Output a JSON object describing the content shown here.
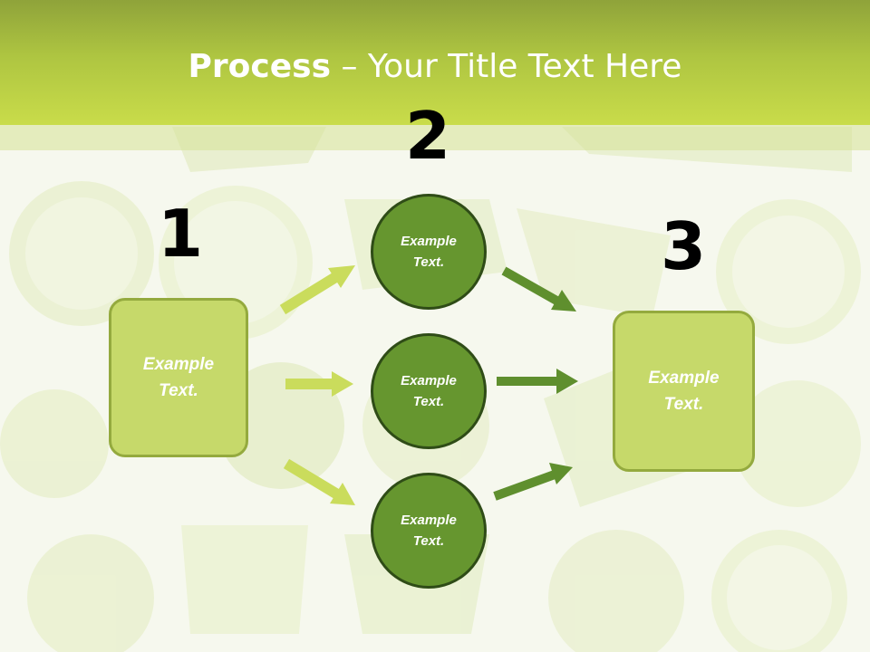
{
  "title": {
    "bold": "Process",
    "rest": " – Your Title Text Here"
  },
  "steps": {
    "one": {
      "number": "1",
      "text": "Example Text."
    },
    "two": {
      "number": "2",
      "items": [
        "Example Text.",
        "Example Text.",
        "Example Text."
      ]
    },
    "three": {
      "number": "3",
      "text": "Example Text."
    }
  },
  "colors": {
    "box_fill": "#c6d96a",
    "box_border": "#94aa3e",
    "circle_fill": "#66962f",
    "circle_border": "#2f4c17",
    "arrow_light": "#cadc5c",
    "arrow_dark": "#5f8f2e"
  }
}
